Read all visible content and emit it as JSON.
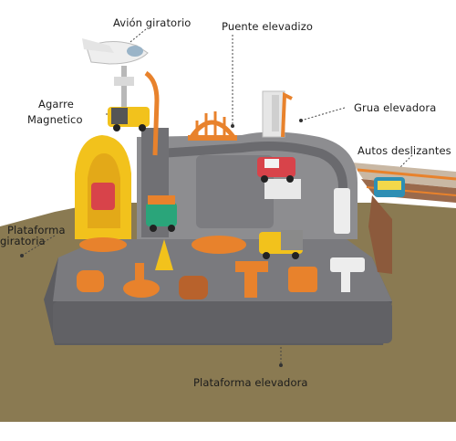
{
  "labels": {
    "avion": "Avión giratorio",
    "puente": "Puente elevadizo",
    "agarre_1": "Agarre",
    "agarre_2": "Magnetico",
    "grua": "Grua elevadora",
    "autos": "Autos deslizantes",
    "plataforma_gir_1": "Plataforma",
    "plataforma_gir_2": "giratoria",
    "plataforma_elev": "Plataforma elevadora"
  },
  "colors": {
    "background": "#ffffff",
    "ground": "#8a7a52",
    "base_gray": "#6f6f72",
    "track_gray": "#8d8d90",
    "orange": "#e8822c",
    "yellow": "#f2c21c",
    "white_part": "#eeeeee",
    "label_text": "#1c1c1c"
  },
  "icons": [
    "airplane-toy",
    "crane-toy",
    "bridge-arch",
    "toy-car"
  ]
}
